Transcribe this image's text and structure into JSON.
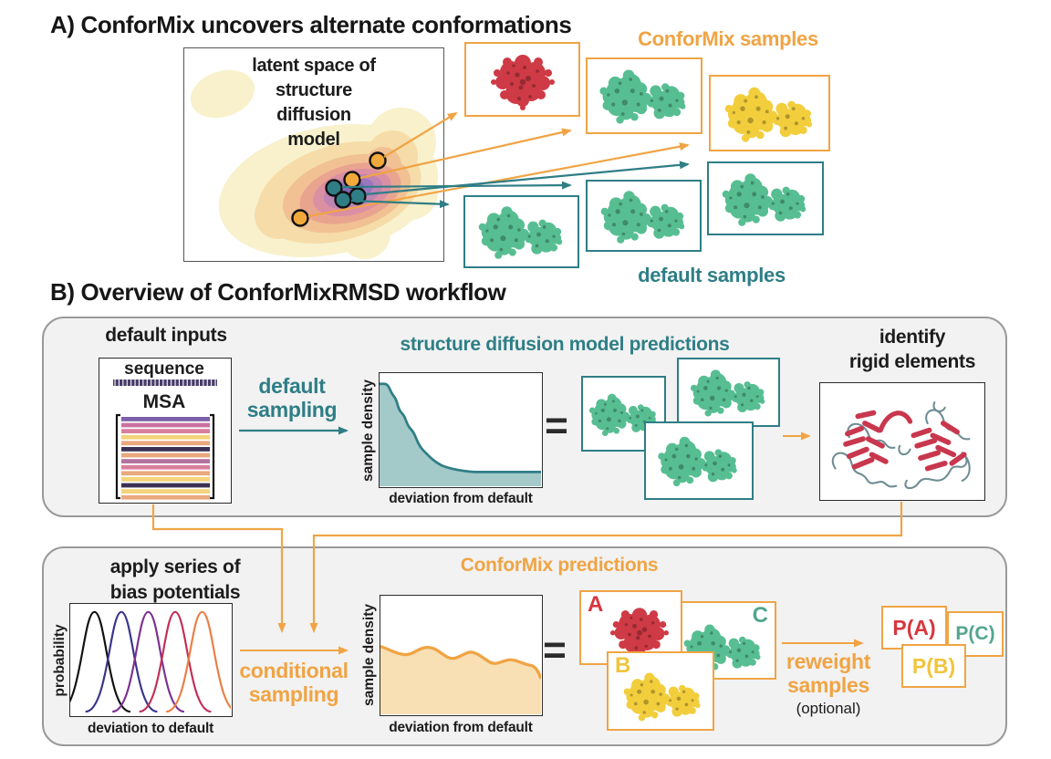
{
  "colors": {
    "accent_orange": "#F0A444",
    "accent_teal": "#2E7E86",
    "protein_green": "#57BE92",
    "protein_red": "#CE3A45",
    "protein_yellow": "#F2CE3D",
    "panel_background": "#F2F2F2"
  },
  "panel_a": {
    "title": "A) ConforMix uncovers alternate conformations",
    "latent_label_line1": "latent space of structure",
    "latent_label_line2": "diffusion model",
    "conformix_samples_label": "ConforMix samples",
    "default_samples_label": "default samples"
  },
  "panel_b": {
    "title": "B) Overview of ConforMixRMSD workflow",
    "stage1": {
      "inputs_title": "default inputs",
      "sequence_label": "sequence",
      "msa_label": "MSA",
      "msa_stripe_colors": [
        "#7A5FA9",
        "#C9729F",
        "#D97F9E",
        "#F3D47B",
        "#E9A87D",
        "#3A3153",
        "#E9A87D",
        "#B4729F",
        "#D97F9E",
        "#E9A87D",
        "#F3D47B",
        "#3A3153",
        "#F3D47B",
        "#E9A87D"
      ],
      "sampling_line1": "default",
      "sampling_line2": "sampling",
      "predictions_title": "structure diffusion model predictions",
      "density_ylabel": "sample density",
      "density_xlabel": "deviation from default",
      "equals": "=",
      "identify_line1": "identify",
      "identify_line2": "rigid elements"
    },
    "stage2": {
      "bias_line1": "apply series of",
      "bias_line2": "bias potentials",
      "bias_ylabel": "probability",
      "bias_xlabel": "deviation to default",
      "bias_curve_colors": [
        "#111111",
        "#39348B",
        "#7C3191",
        "#C22F55",
        "#E87F45"
      ],
      "sampling_line1": "conditional",
      "sampling_line2": "sampling",
      "predictions_title": "ConforMix predictions",
      "density_ylabel": "sample density",
      "density_xlabel": "deviation from default",
      "equals": "=",
      "label_a": "A",
      "label_b": "B",
      "label_c": "C",
      "reweight_line1": "reweight",
      "reweight_line2": "samples",
      "reweight_note": "(optional)",
      "prob_a": "P(A)",
      "prob_b": "P(B)",
      "prob_c": "P(C)"
    }
  }
}
